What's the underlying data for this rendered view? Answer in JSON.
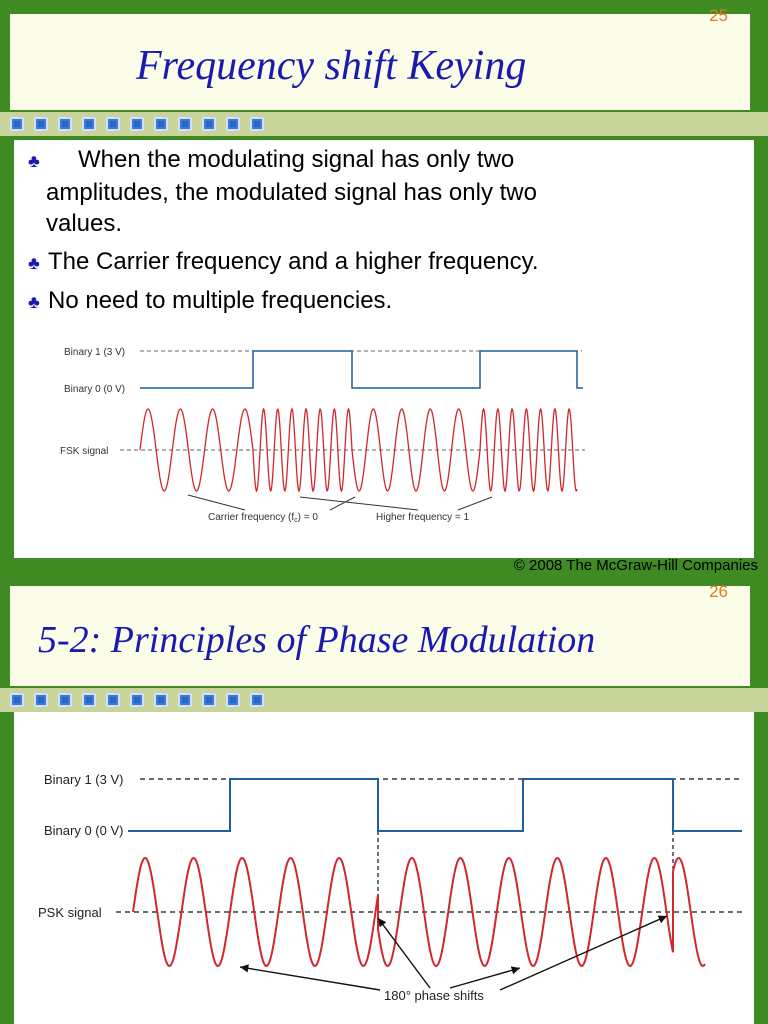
{
  "slide1": {
    "number": "25",
    "title": "Frequency shift Keying",
    "bullets": [
      "When the modulating signal has only two amplitudes,  the modulated signal has only two values.",
      "The Carrier frequency and a higher frequency.",
      "No need to multiple frequencies."
    ],
    "bullet_line1": "When the modulating signal has only two",
    "bullet_line2": "amplitudes,  the modulated signal has only two",
    "bullet_line3": "values.",
    "figure": {
      "binary1_label": "Binary 1 (3 V)",
      "binary0_label": "Binary 0 (0 V)",
      "signal_label": "FSK signal",
      "carrier_label": "Carrier frequency (f",
      "carrier_sub": "c",
      "carrier_suffix": ") = 0",
      "higher_label": "Higher frequency = 1"
    },
    "copyright": "© 2008 The McGraw-Hill Companies"
  },
  "slide2": {
    "number": "26",
    "title": "5-2: Principles of Phase Modulation",
    "figure": {
      "binary1_label": "Binary 1 (3 V)",
      "binary0_label": "Binary 0 (0 V)",
      "signal_label": "PSK signal",
      "annotation": "180° phase shifts"
    }
  },
  "colors": {
    "background": "#3f8a22",
    "title_text": "#1a1ab0",
    "slide_number": "#e07a1f",
    "digital_line": "#1f5fa0",
    "analog_wave": "#d0282c"
  }
}
